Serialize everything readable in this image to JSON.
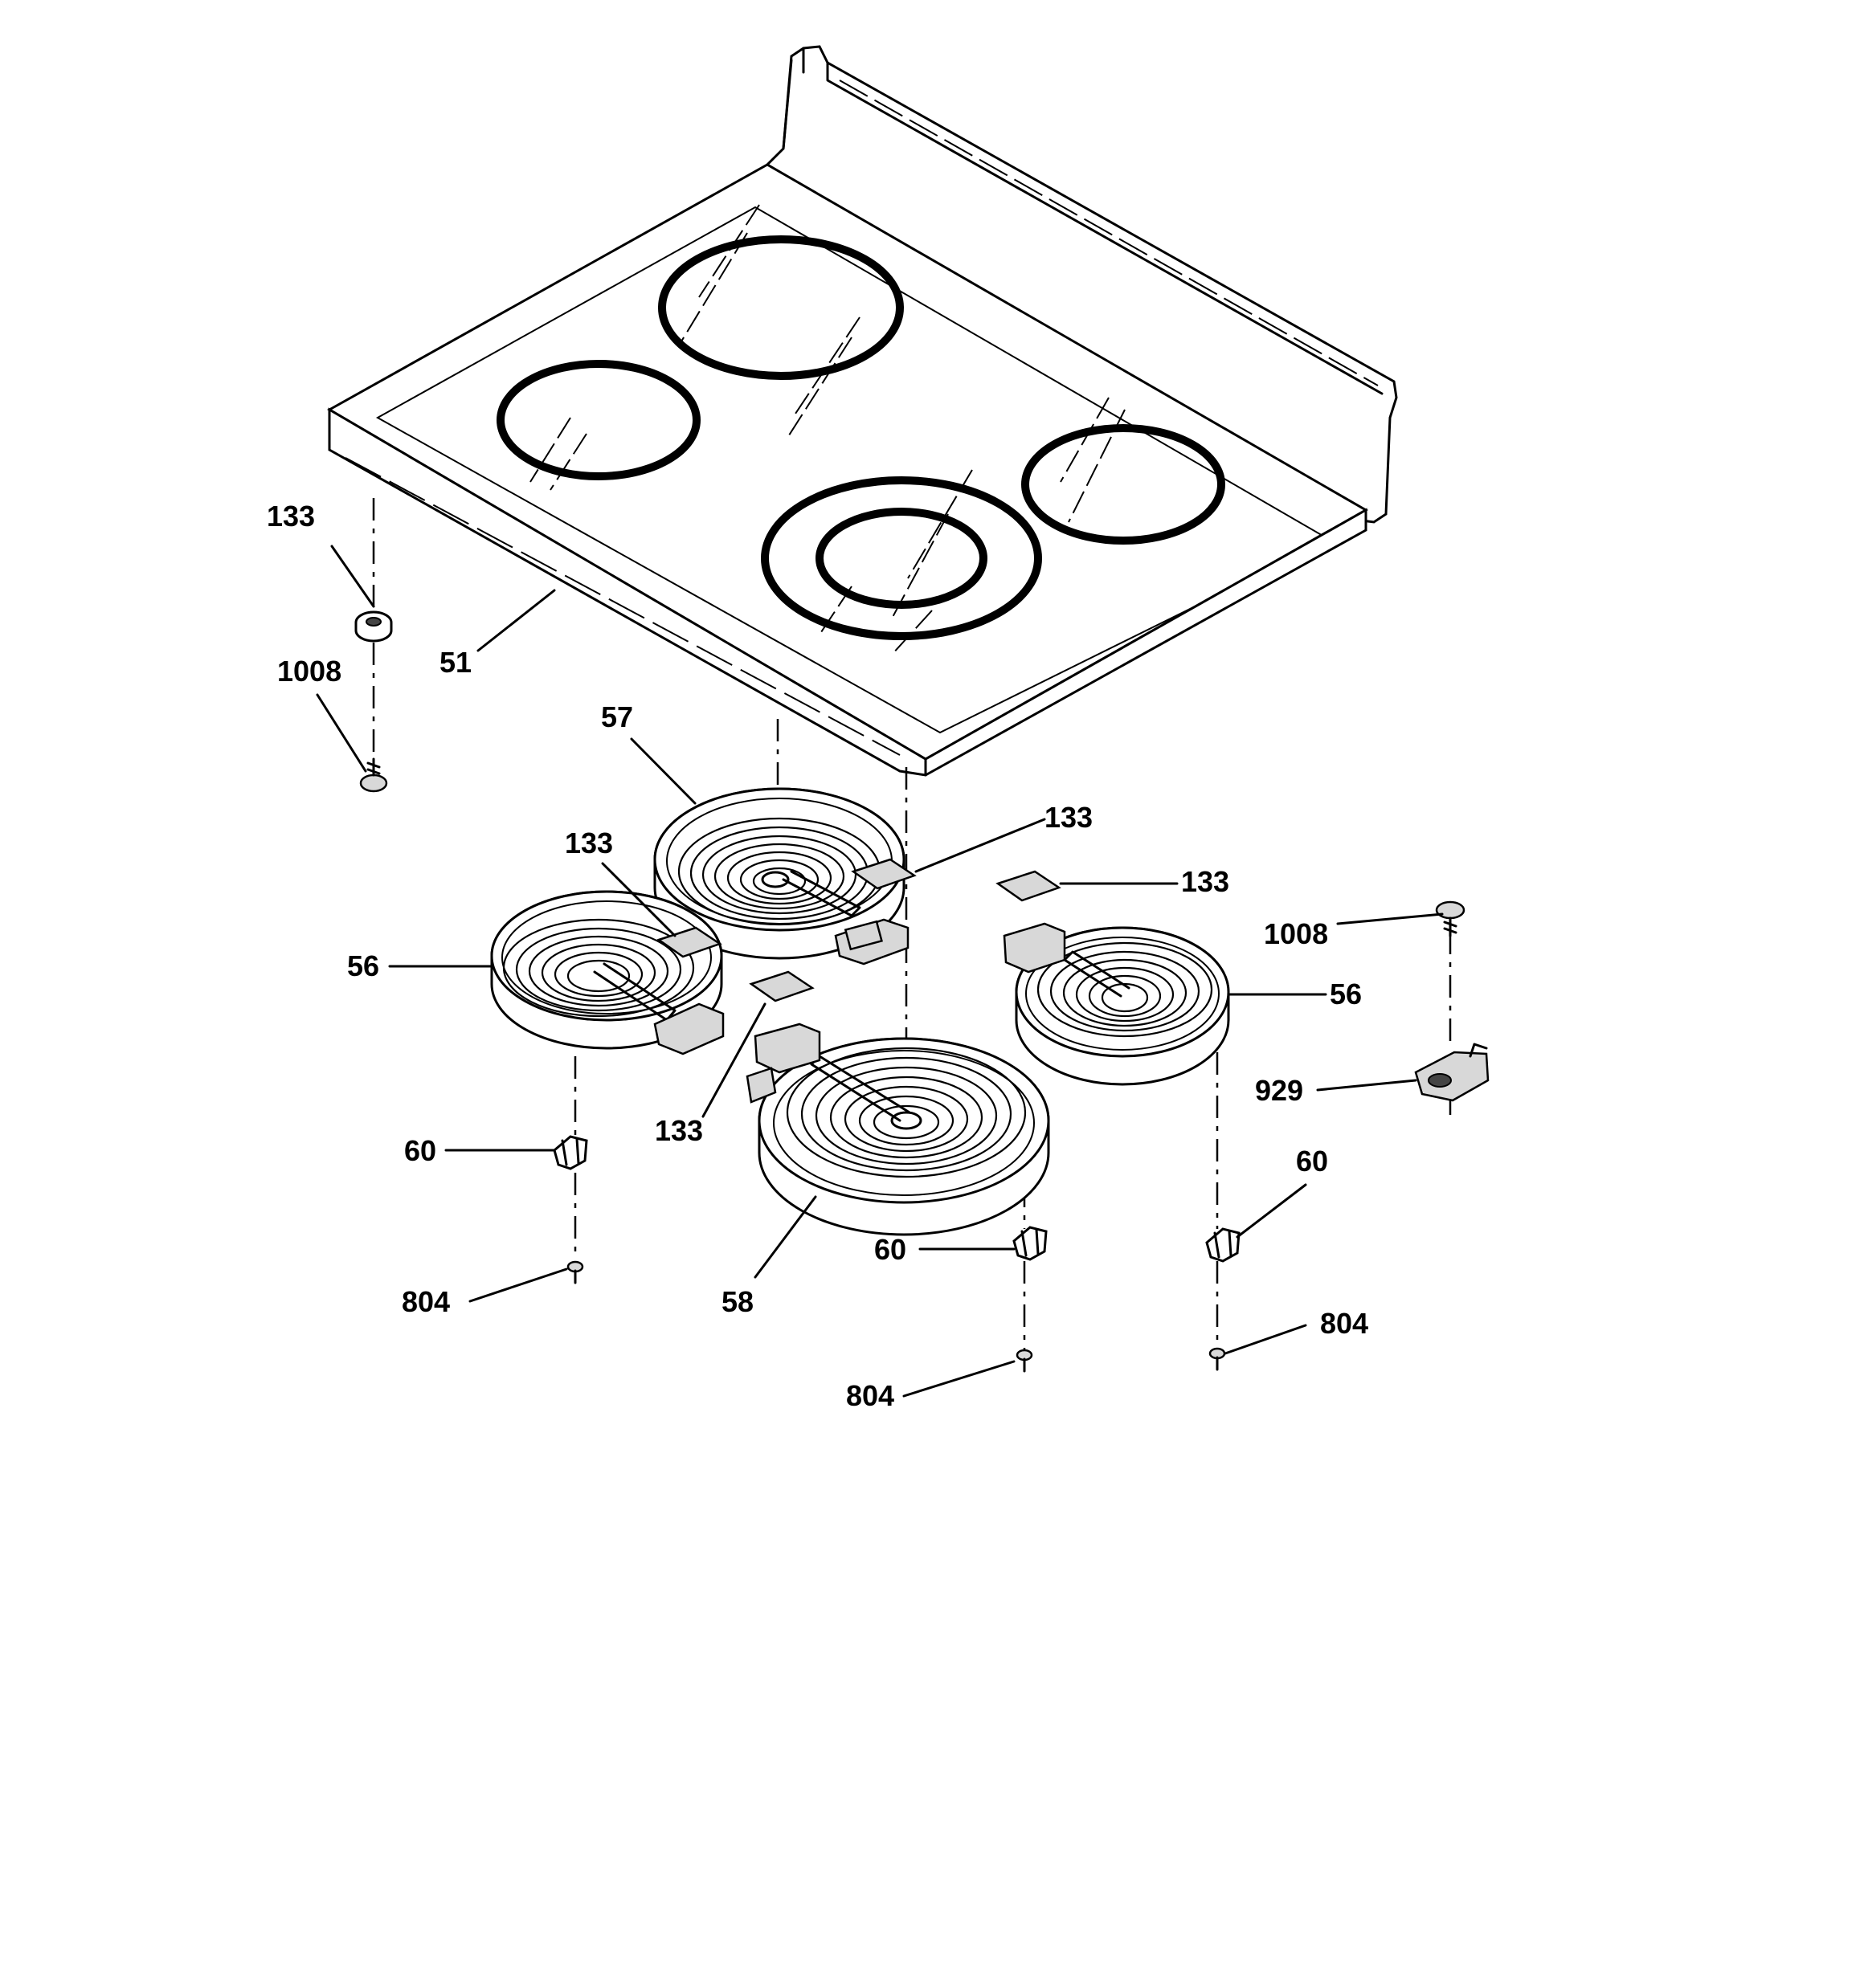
{
  "diagram": {
    "type": "exploded parts diagram",
    "labels": [
      {
        "id": "lbl-51",
        "text": "51"
      },
      {
        "id": "lbl-133-a",
        "text": "133"
      },
      {
        "id": "lbl-1008-a",
        "text": "1008"
      },
      {
        "id": "lbl-57",
        "text": "57"
      },
      {
        "id": "lbl-133-b",
        "text": "133"
      },
      {
        "id": "lbl-133-c",
        "text": "133"
      },
      {
        "id": "lbl-133-d",
        "text": "133"
      },
      {
        "id": "lbl-56-a",
        "text": "56"
      },
      {
        "id": "lbl-56-b",
        "text": "56"
      },
      {
        "id": "lbl-1008-b",
        "text": "1008"
      },
      {
        "id": "lbl-929",
        "text": "929"
      },
      {
        "id": "lbl-133-e",
        "text": "133"
      },
      {
        "id": "lbl-60-a",
        "text": "60"
      },
      {
        "id": "lbl-60-b",
        "text": "60"
      },
      {
        "id": "lbl-60-c",
        "text": "60"
      },
      {
        "id": "lbl-804-a",
        "text": "804"
      },
      {
        "id": "lbl-58",
        "text": "58"
      },
      {
        "id": "lbl-804-b",
        "text": "804"
      },
      {
        "id": "lbl-804-c",
        "text": "804"
      }
    ]
  }
}
